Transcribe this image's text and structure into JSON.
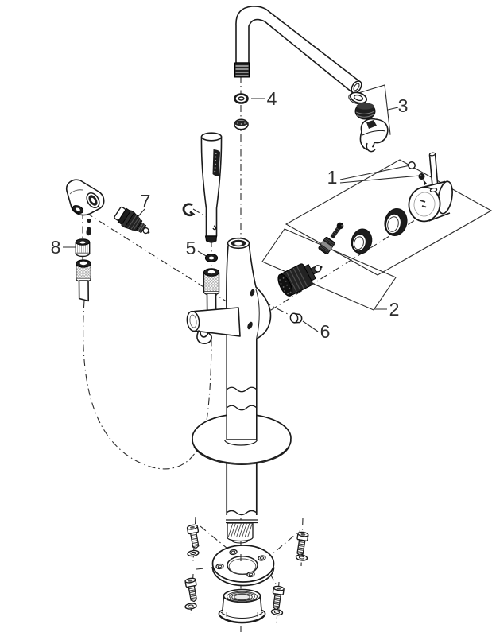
{
  "diagram": {
    "kind": "exploded-parts-diagram",
    "subject": "floor-standing single-lever mixer with hand shower",
    "background": "#ffffff",
    "line_color": "#1a1a1a",
    "dark_fill": "#1e1e1e",
    "label_color": "#2e2e2e"
  },
  "callouts": [
    {
      "number": "1",
      "name": "lever-handle-assembly"
    },
    {
      "number": "2",
      "name": "cartridge"
    },
    {
      "number": "3",
      "name": "aerator-set"
    },
    {
      "number": "4",
      "name": "o-ring-spout"
    },
    {
      "number": "5",
      "name": "o-ring-hand-shower"
    },
    {
      "number": "6",
      "name": "plug"
    },
    {
      "number": "7",
      "name": "non-return-valve"
    },
    {
      "number": "8",
      "name": "coupling-nut"
    }
  ]
}
